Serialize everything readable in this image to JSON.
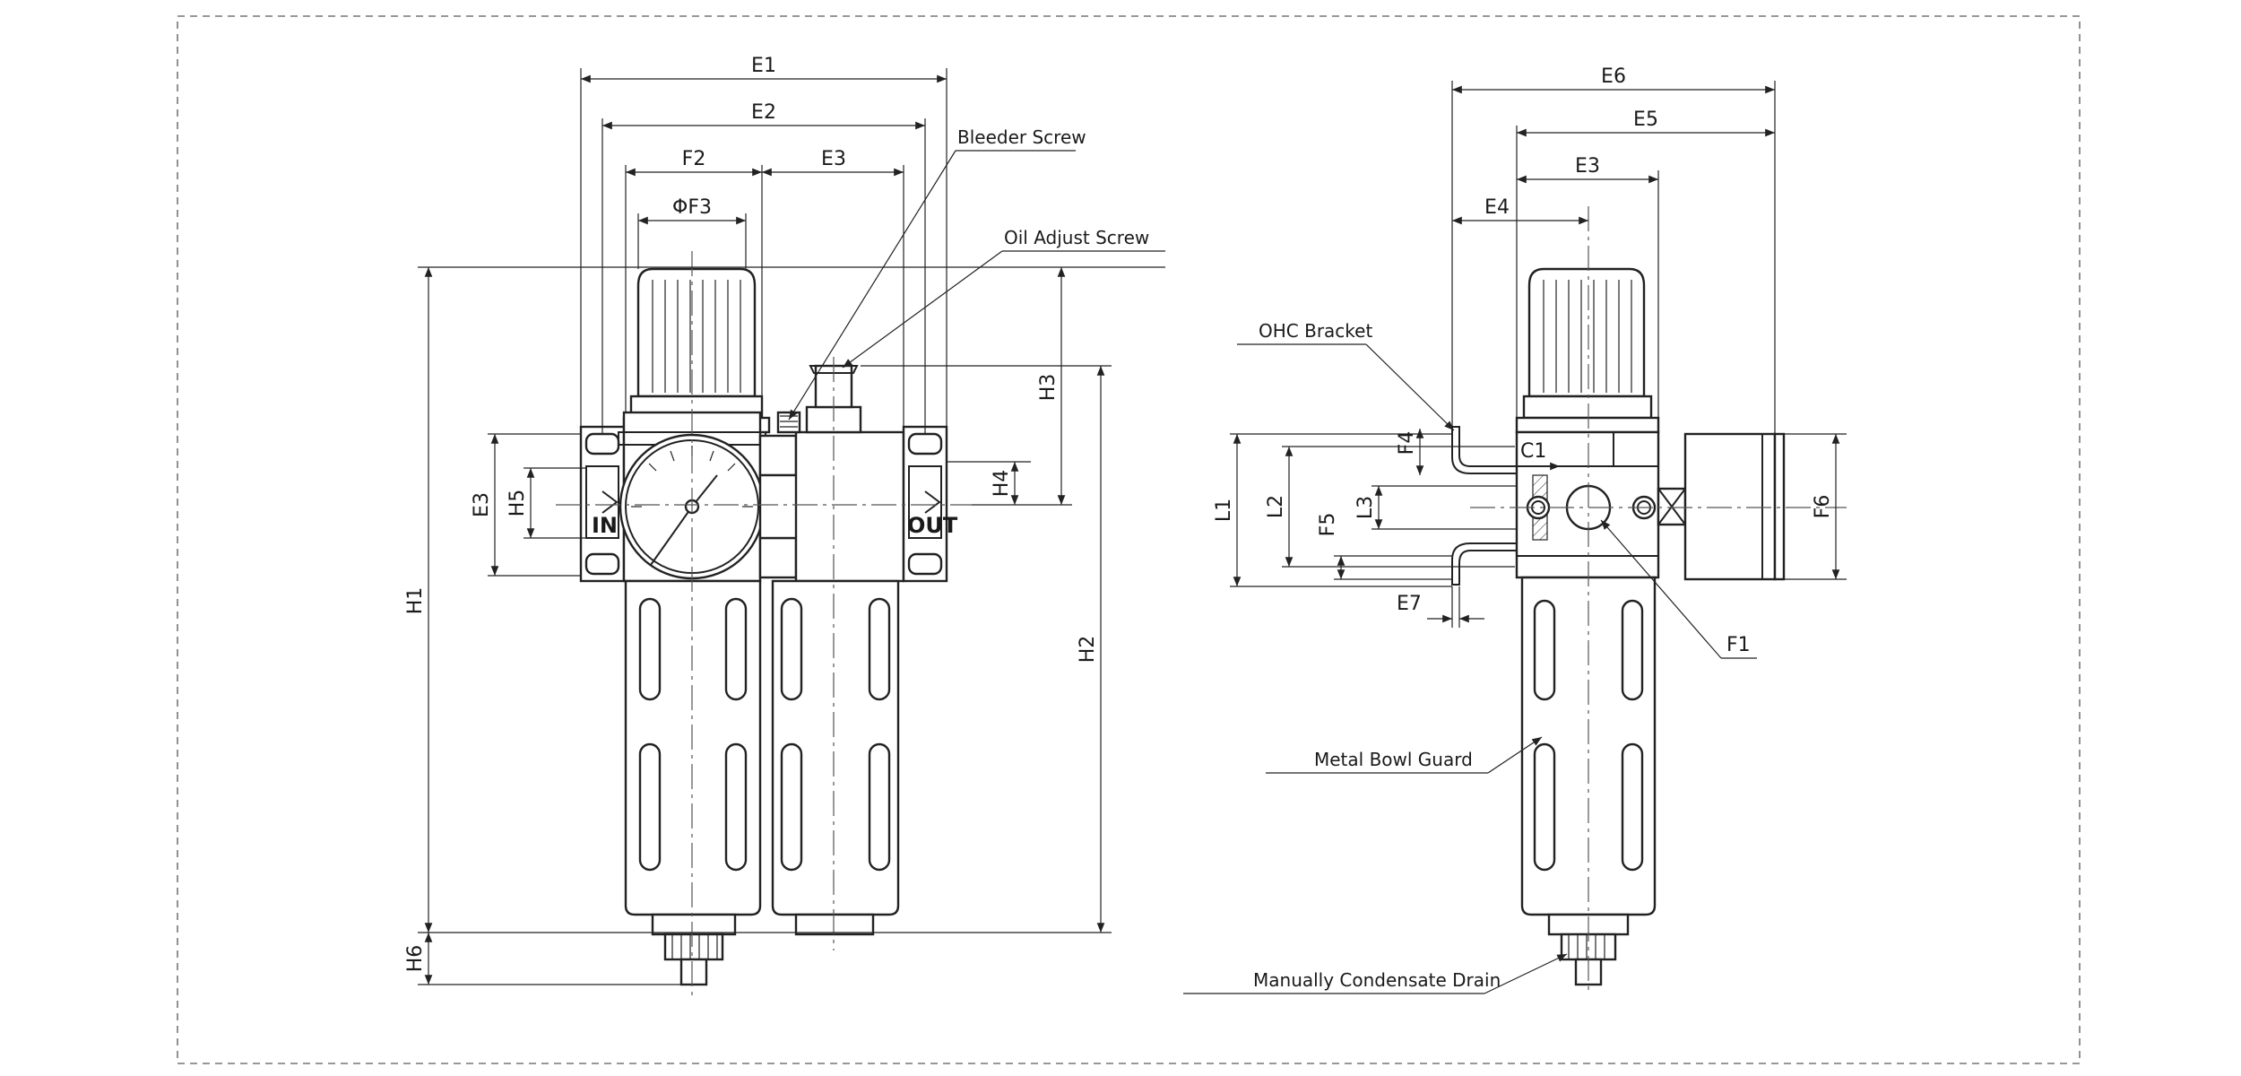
{
  "drawing": {
    "front_view": {
      "dimensions": {
        "E1": "E1",
        "E2": "E2",
        "F2": "F2",
        "E3": "E3",
        "PhiF3": "ΦF3",
        "H1": "H1",
        "H2": "H2",
        "H3": "H3",
        "H4": "H4",
        "H5": "H5",
        "H6": "H6",
        "E3_side": "E3"
      },
      "callouts": {
        "bleeder_screw": "Bleeder Screw",
        "oil_adjust_screw": "Oil Adjust Screw"
      },
      "ports": {
        "in": "IN",
        "out": "OUT"
      }
    },
    "side_view": {
      "dimensions": {
        "E6": "E6",
        "E5": "E5",
        "E3": "E3",
        "E4": "E4",
        "L1": "L1",
        "L2": "L2",
        "L3": "L3",
        "F4": "F4",
        "F5": "F5",
        "F6": "F6",
        "C1": "C1",
        "E7": "E7",
        "F1": "F1"
      },
      "callouts": {
        "ohc_bracket": "OHC Bracket",
        "metal_bowl_guard": "Metal Bowl Guard",
        "manual_drain": "Manually Condensate Drain"
      }
    }
  }
}
